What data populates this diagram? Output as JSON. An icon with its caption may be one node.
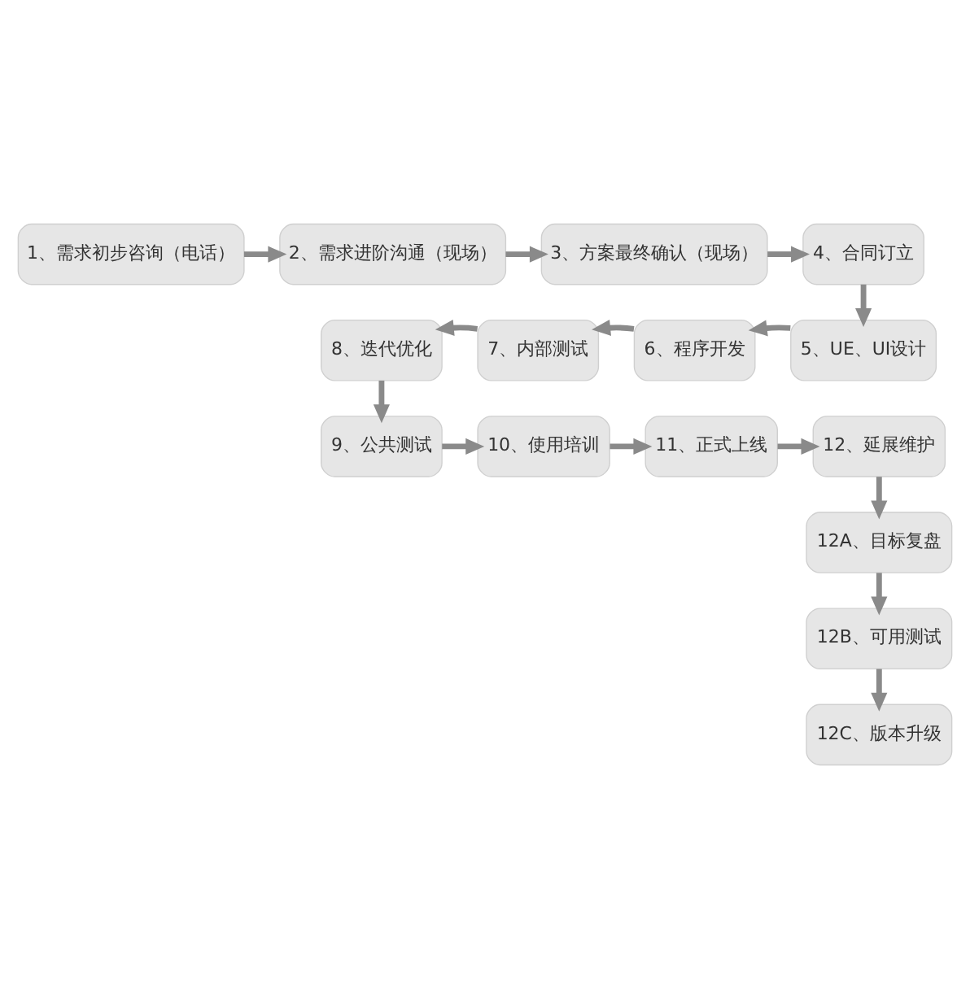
{
  "diagram": {
    "nodes": [
      {
        "text": [
          "1、需求初步咨询（电话）"
        ]
      },
      {
        "text": [
          "2、需求进阶沟通（现场）"
        ]
      },
      {
        "text": [
          "3、方案最终确认（现场）"
        ]
      },
      {
        "text": [
          "4、合同订立"
        ]
      },
      {
        "text": [
          "5、UE、UI设计"
        ]
      },
      {
        "text": [
          "6、程序开发"
        ]
      },
      {
        "text": [
          "7、内部测试"
        ]
      },
      {
        "text": [
          "8、迭代优化"
        ]
      },
      {
        "text": [
          "9、公共测试"
        ]
      },
      {
        "text": [
          "10、使用培训"
        ]
      },
      {
        "text": [
          "11、正式上线"
        ]
      },
      {
        "text": [
          "12、延展维护"
        ]
      },
      {
        "text": [
          "12A、目标复盘"
        ]
      },
      {
        "text": [
          "12B、可用测试"
        ]
      },
      {
        "text": [
          "12C、版本升级"
        ]
      }
    ],
    "edges": [
      {
        "from": 0,
        "to": 1,
        "arrow": "to"
      },
      {
        "from": 1,
        "to": 2,
        "arrow": "to"
      },
      {
        "from": 2,
        "to": 3,
        "arrow": "to"
      },
      {
        "from": 3,
        "to": 4,
        "arrow": "to"
      },
      {
        "from": 4,
        "to": 5,
        "arrow": "to"
      },
      {
        "from": 5,
        "to": 6,
        "arrow": "to"
      },
      {
        "from": 6,
        "to": 7,
        "arrow": "to"
      },
      {
        "from": 7,
        "to": 8,
        "arrow": "to"
      },
      {
        "from": 8,
        "to": 9,
        "arrow": "to"
      },
      {
        "from": 9,
        "to": 10,
        "arrow": "to"
      },
      {
        "from": 10,
        "to": 11,
        "arrow": "to"
      },
      {
        "from": 11,
        "to": 12,
        "arrow": "to"
      },
      {
        "from": 12,
        "to": 13,
        "arrow": "to"
      },
      {
        "from": 13,
        "to": 14,
        "arrow": "to"
      }
    ]
  }
}
